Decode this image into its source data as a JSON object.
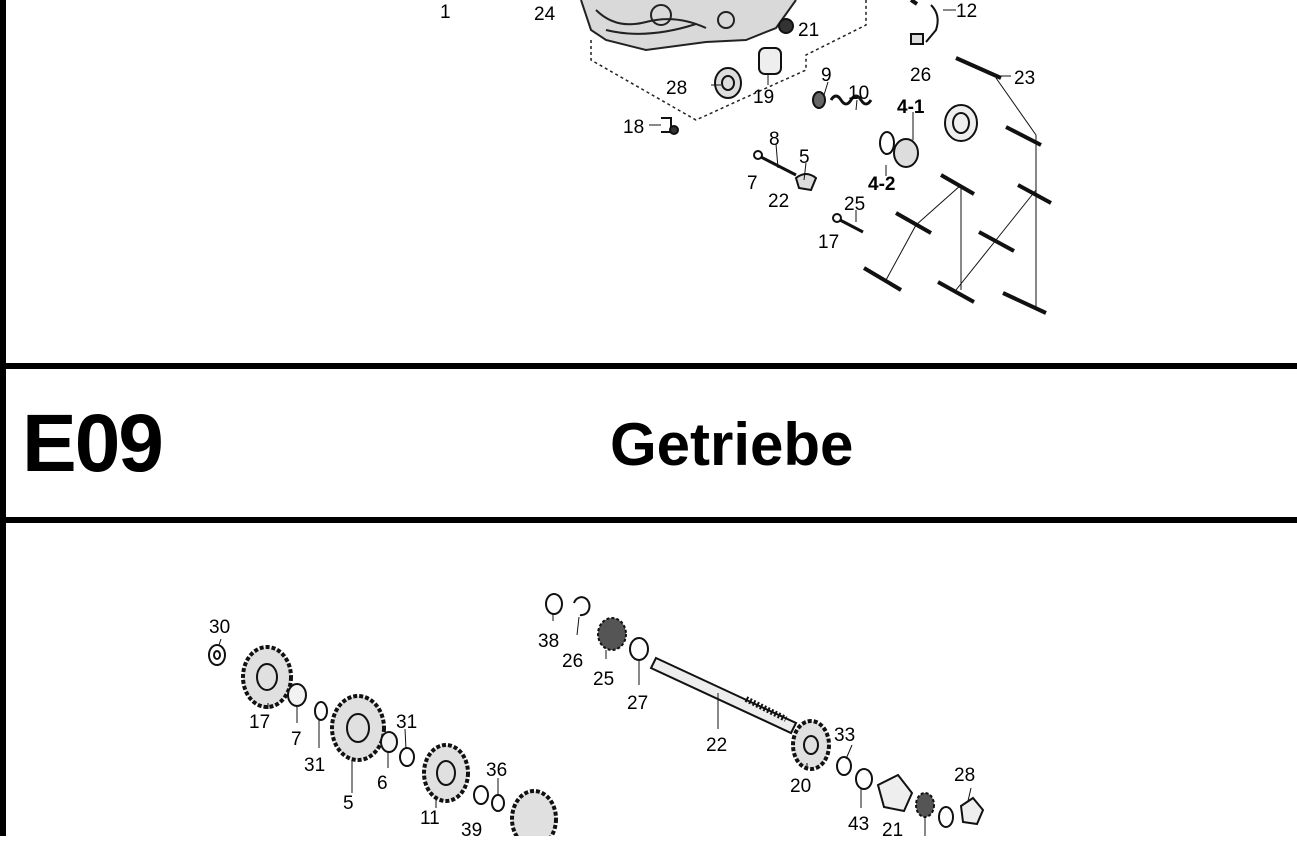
{
  "section": {
    "code": "E09",
    "title": "Getriebe"
  },
  "top_diagram": {
    "callouts": [
      "1",
      "24",
      "21",
      "12",
      "28",
      "19",
      "26",
      "23",
      "9",
      "10",
      "4-1",
      "18",
      "8",
      "5",
      "7",
      "22",
      "4-2",
      "25",
      "17"
    ]
  },
  "bottom_diagram": {
    "callouts": [
      "30",
      "17",
      "7",
      "31",
      "5",
      "6",
      "31",
      "11",
      "36",
      "39",
      "38",
      "26",
      "25",
      "27",
      "22",
      "33",
      "20",
      "43",
      "21",
      "28"
    ]
  }
}
